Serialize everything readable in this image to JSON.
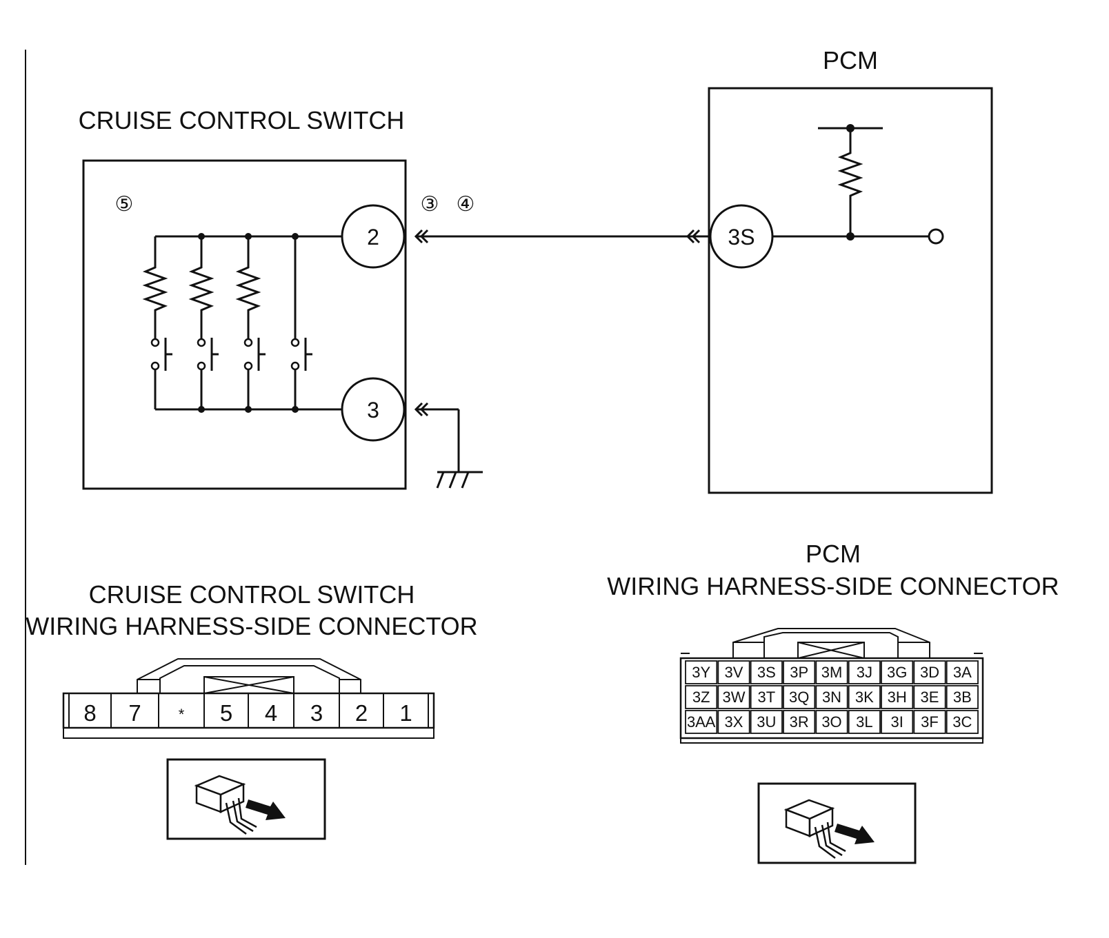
{
  "schematic": {
    "switch_title": "CRUISE CONTROL SWITCH",
    "pcm_title": "PCM",
    "switch_pin_signal": "2",
    "switch_pin_ground": "3",
    "pcm_pin": "3S",
    "step_marker_5": "⑤",
    "step_marker_3": "③",
    "step_marker_4": "④"
  },
  "switch_connector": {
    "title_line1": "CRUISE CONTROL SWITCH",
    "title_line2": "WIRING HARNESS-SIDE CONNECTOR",
    "pins": [
      "8",
      "7",
      "*",
      "5",
      "4",
      "3",
      "2",
      "1"
    ]
  },
  "pcm_connector": {
    "title_line1": "PCM",
    "title_line2": "WIRING HARNESS-SIDE CONNECTOR",
    "rows": [
      [
        "3Y",
        "3V",
        "3S",
        "3P",
        "3M",
        "3J",
        "3G",
        "3D",
        "3A"
      ],
      [
        "3Z",
        "3W",
        "3T",
        "3Q",
        "3N",
        "3K",
        "3H",
        "3E",
        "3B"
      ],
      [
        "3AA",
        "3X",
        "3U",
        "3R",
        "3O",
        "3L",
        "3I",
        "3F",
        "3C"
      ]
    ]
  }
}
